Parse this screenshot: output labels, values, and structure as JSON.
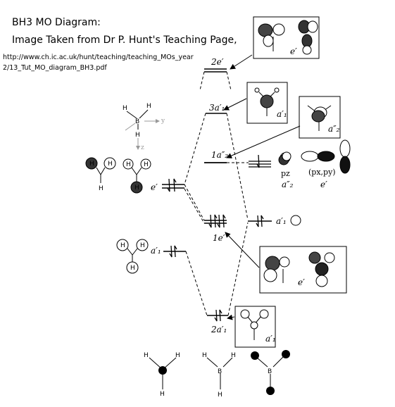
{
  "header": {
    "title": "BH3 MO Diagram:",
    "subtitle": "Image Taken from Dr P. Hunt's Teaching Page,",
    "url_line1": "http://www.ch.ic.ac.uk/hunt/teaching/teaching_MOs_year",
    "url_line2": "2/13_Tut_MO_diagram_BH3.pdf"
  },
  "mo_levels": {
    "two_e_prime": "2e′",
    "three_a1_prime": "3a′₁",
    "one_a2_double_prime": "1a″₂",
    "one_e_prime": "1e′",
    "two_a1_prime": "2a′₁"
  },
  "boron_orbitals": {
    "pz": "pz",
    "pz_sym": "a″₂",
    "pxpy": "(px,py)",
    "pxpy_sym": "e′",
    "s_sym": "a′₁"
  },
  "hydrogen_fragment": {
    "e_prime": "e′",
    "a1_prime": "a′₁"
  },
  "inset_labels": {
    "e_prime_top": "e′",
    "a1_prime_top": "a′₁",
    "a2_double_prime": "a″₂",
    "e_prime_bottom": "e′",
    "a1_prime_bottom": "a′₁"
  },
  "axes": {
    "y": "y",
    "z": "z"
  },
  "atoms": {
    "H": "H",
    "B": "B"
  }
}
